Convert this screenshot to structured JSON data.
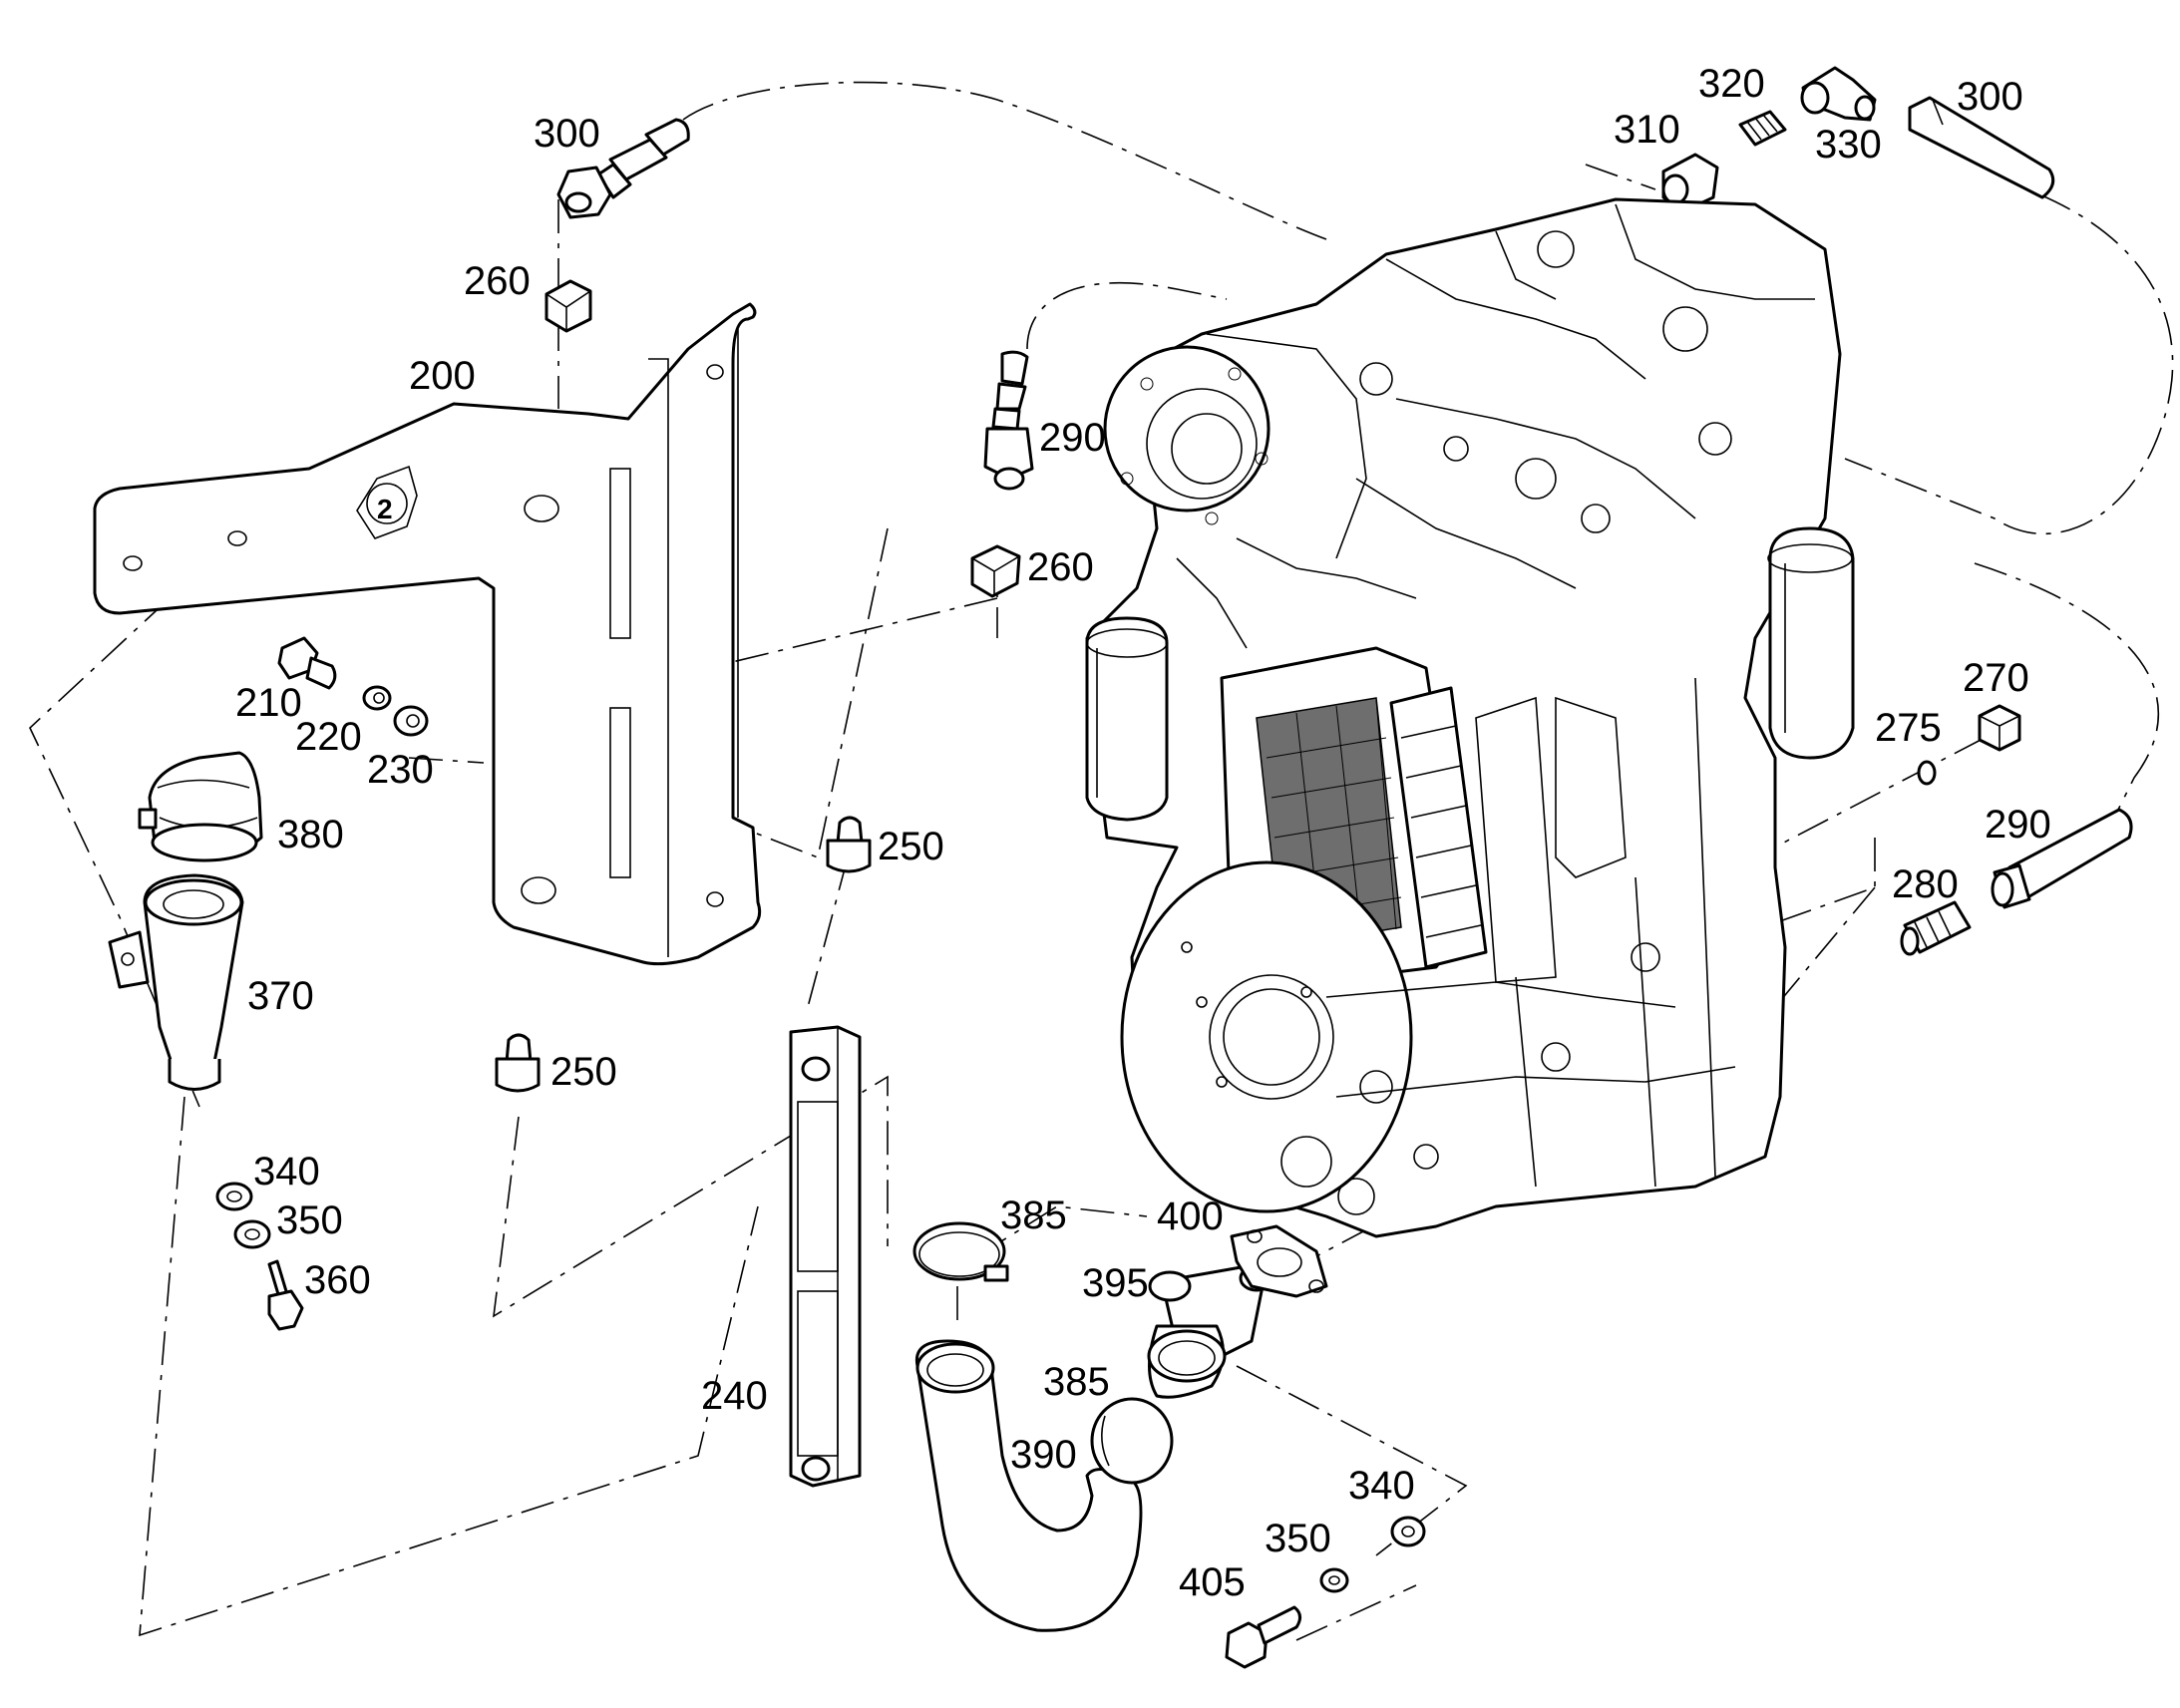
{
  "labels": {
    "p200": "200",
    "p210": "210",
    "p220": "220",
    "p230": "230",
    "p240": "240",
    "p250a": "250",
    "p250b": "250",
    "p260a": "260",
    "p260b": "260",
    "p270": "270",
    "p275": "275",
    "p280": "280",
    "p290a": "290",
    "p290b": "290",
    "p300a": "300",
    "p300b": "300",
    "p310": "310",
    "p320": "320",
    "p330": "330",
    "p340a": "340",
    "p340b": "340",
    "p350a": "350",
    "p350b": "350",
    "p360": "360",
    "p370": "370",
    "p380": "380",
    "p385a": "385",
    "p385b": "385",
    "p390": "390",
    "p395": "395",
    "p400": "400",
    "p405": "405"
  },
  "colors": {
    "line": "#000000",
    "background": "#ffffff",
    "filter_fill": "#6e6e6e"
  },
  "icons": {
    "bracket_logo": "zf-logo-icon"
  }
}
